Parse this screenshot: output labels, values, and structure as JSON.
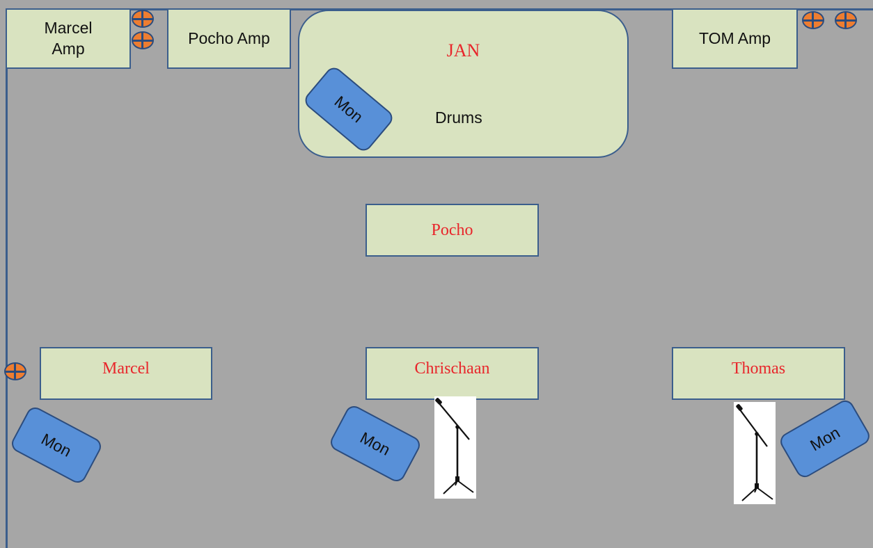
{
  "colors": {
    "stage_floor": "#a6a6a6",
    "box_fill": "#d9e3c0",
    "outline": "#3b5e8c",
    "member_text": "#e8262b",
    "monitor_fill": "#5890d8",
    "power_outlet": "#ed7d31"
  },
  "amps": {
    "marcel": "Marcel\nAmp",
    "pocho": "Pocho Amp",
    "tom": "TOM Amp"
  },
  "drum_riser": {
    "player": "JAN",
    "label": "Drums"
  },
  "members": {
    "pocho": "Pocho",
    "marcel": "Marcel",
    "chrischaan": "Chrischaan",
    "thomas": "Thomas"
  },
  "monitors": {
    "drums": "Mon",
    "marcel": "Mon",
    "chrischaan": "Mon",
    "thomas": "Mon"
  },
  "icons": {
    "power_outlet": "power-outlet-icon",
    "mic_stand": "mic-stand-icon"
  }
}
